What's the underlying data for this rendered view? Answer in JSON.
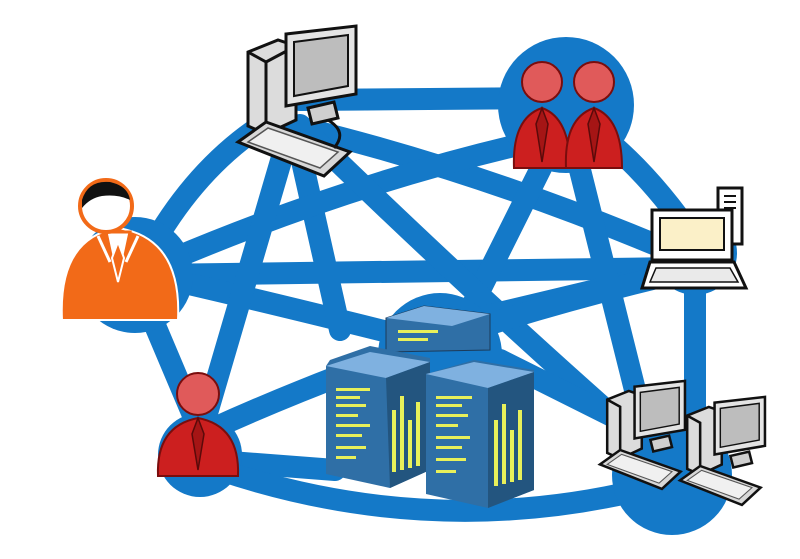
{
  "diagram": {
    "type": "network-topology",
    "colors": {
      "link": "#1479c8",
      "hub": "#1479c8",
      "person_red": "#cc1f1f",
      "person_head": "#e05a5a",
      "person_orange": "#f26a18",
      "server_blue": "#2f6fa6",
      "server_light": "#7fb1e0",
      "server_bar": "#e8f05a",
      "computer_gray": "#c9c9c9",
      "screen_cream": "#fbf0c8"
    },
    "nodes": [
      {
        "id": "desktop-top",
        "icon": "desktop-computer-icon"
      },
      {
        "id": "user-group",
        "icon": "user-group-icon"
      },
      {
        "id": "laptop",
        "icon": "laptop-icon"
      },
      {
        "id": "admin-user",
        "icon": "admin-user-icon"
      },
      {
        "id": "user-bottom",
        "icon": "user-icon"
      },
      {
        "id": "server-cluster",
        "icon": "server-cluster-icon"
      },
      {
        "id": "workstations",
        "icon": "desktop-computers-icon"
      }
    ]
  }
}
